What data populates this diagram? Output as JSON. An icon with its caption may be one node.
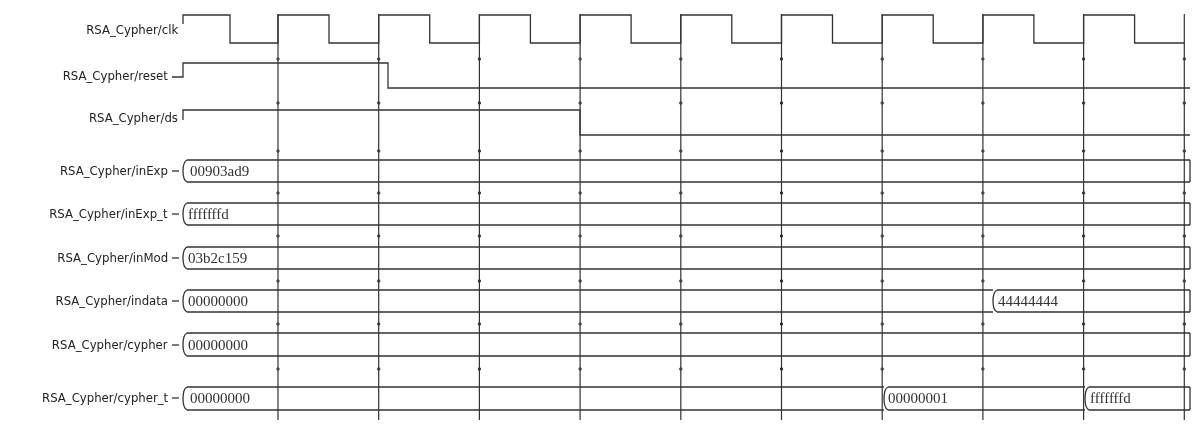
{
  "diagram": {
    "labels": [
      "RSA_Cypher/clk",
      "RSA_Cypher/reset",
      "RSA_Cypher/ds",
      "RSA_Cypher/inExp",
      "00903ad9",
      "RSA_Cypher/inExp_t",
      "fffffffd",
      "RSA_Cypher/inMod",
      "03b2c159",
      "RSA_Cypher/indata",
      "00000000",
      "44444444",
      "RSA_Cypher/cypher",
      "00000000",
      "RSA_Cypher/cypher_t",
      "00000000",
      "00000001",
      "fffffffd"
    ]
  }
}
